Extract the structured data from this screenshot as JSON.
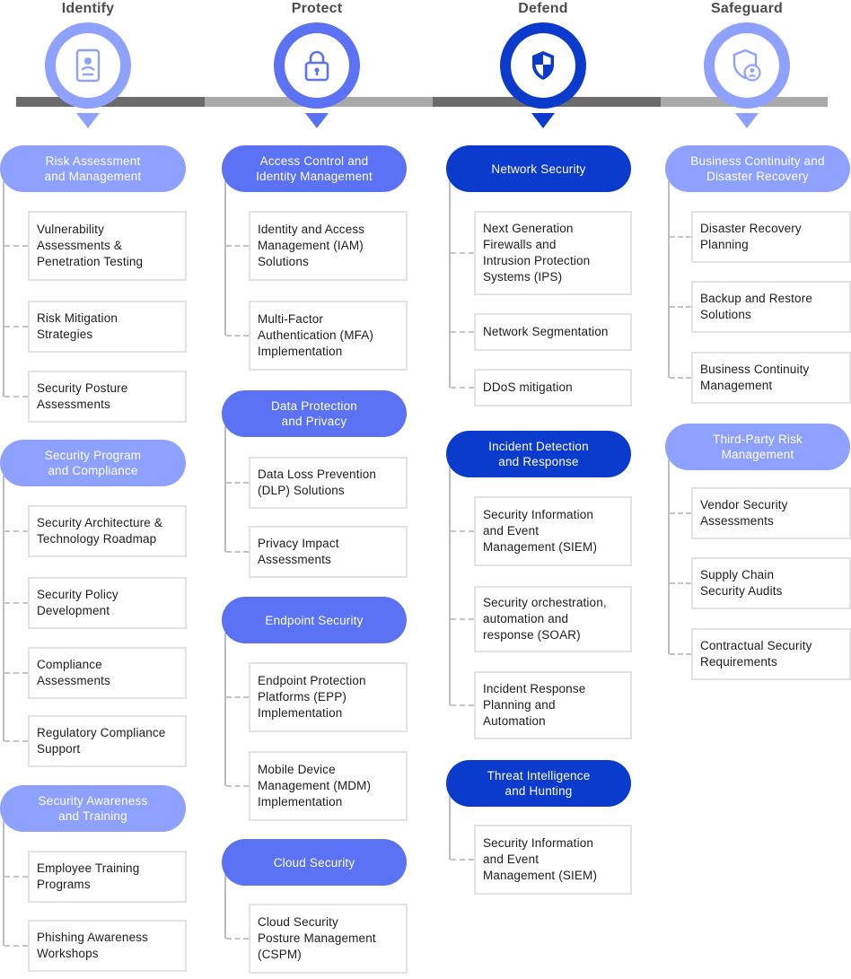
{
  "colors": {
    "identify": "#8ea1ff",
    "protect": "#5b72f5",
    "defend": "#0a3bcc",
    "safeguard": "#8ea1ff",
    "bar_dark": "#6b6b6b",
    "bar_light": "#a9a9a9"
  },
  "columns": [
    {
      "title": "Identify",
      "icon": "id-badge-icon",
      "groups": [
        {
          "label": "Risk Assessment\nand Management",
          "items": [
            "Vulnerability\nAssessments &\nPenetration Testing",
            "Risk Mitigation\nStrategies",
            "Security Posture\nAssessments"
          ]
        },
        {
          "label": "Security Program\nand Compliance",
          "items": [
            "Security Architecture &\nTechnology Roadmap",
            "Security Policy\nDevelopment",
            "Compliance\nAssessments",
            "Regulatory Compliance\nSupport"
          ]
        },
        {
          "label": "Security Awareness\nand Training",
          "items": [
            "Employee Training\nPrograms",
            "Phishing Awareness\nWorkshops"
          ]
        }
      ]
    },
    {
      "title": "Protect",
      "icon": "padlock-icon",
      "groups": [
        {
          "label": "Access Control and\nIdentity Management",
          "items": [
            "Identity and Access\nManagement (IAM)\nSolutions",
            "Multi-Factor\nAuthentication (MFA)\nImplementation"
          ]
        },
        {
          "label": "Data Protection\nand Privacy",
          "items": [
            "Data Loss Prevention\n(DLP) Solutions",
            "Privacy Impact\nAssessments"
          ]
        },
        {
          "label": "Endpoint Security",
          "items": [
            "Endpoint Protection\nPlatforms (EPP)\nImplementation",
            "Mobile Device\nManagement (MDM)\nImplementation"
          ]
        },
        {
          "label": "Cloud Security",
          "items": [
            "Cloud Security\nPosture Management\n(CSPM)"
          ]
        }
      ]
    },
    {
      "title": "Defend",
      "icon": "shield-icon",
      "groups": [
        {
          "label": "Network Security",
          "items": [
            "Next Generation\nFirewalls and\nIntrusion Protection\nSystems (IPS)",
            "Network Segmentation",
            "DDoS mitigation"
          ]
        },
        {
          "label": "Incident Detection\nand Response",
          "items": [
            "Security Information\nand Event\nManagement (SIEM)",
            "Security orchestration,\nautomation and\nresponse (SOAR)",
            "Incident Response\nPlanning and\nAutomation"
          ]
        },
        {
          "label": "Threat Intelligence\nand Hunting",
          "items": [
            "Security Information\nand Event\nManagement (SIEM)"
          ]
        }
      ]
    },
    {
      "title": "Safeguard",
      "icon": "shield-user-icon",
      "groups": [
        {
          "label": "Business Continuity and\nDisaster Recovery",
          "items": [
            "Disaster Recovery\nPlanning",
            "Backup and Restore\nSolutions",
            "Business Continuity\nManagement"
          ]
        },
        {
          "label": "Third-Party Risk\nManagement",
          "items": [
            "Vendor Security\nAssessments",
            "Supply Chain\nSecurity Audits",
            "Contractual Security\nRequirements"
          ]
        }
      ]
    }
  ]
}
